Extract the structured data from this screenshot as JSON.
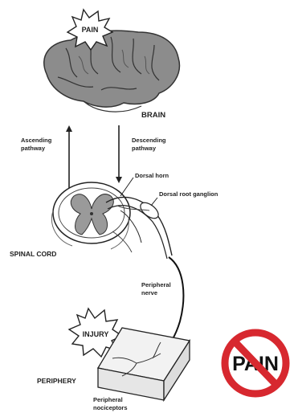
{
  "labels": {
    "pain_burst": "PAIN",
    "brain": "BRAIN",
    "ascending": [
      "Ascending",
      "pathway"
    ],
    "descending": [
      "Descending",
      "pathway"
    ],
    "dorsal_horn": "Dorsal horn",
    "dorsal_root_ganglion": "Dorsal root ganglion",
    "spinal_cord": "SPINAL CORD",
    "peripheral_nerve": [
      "Peripheral",
      "nerve"
    ],
    "injury_burst": "INJURY",
    "periphery": "PERIPHERY",
    "peripheral_nociceptors": [
      "Peripheral",
      "nociceptors"
    ]
  },
  "no_pain_sign": {
    "text": "PAIN",
    "ring_color": "#d7282f"
  }
}
